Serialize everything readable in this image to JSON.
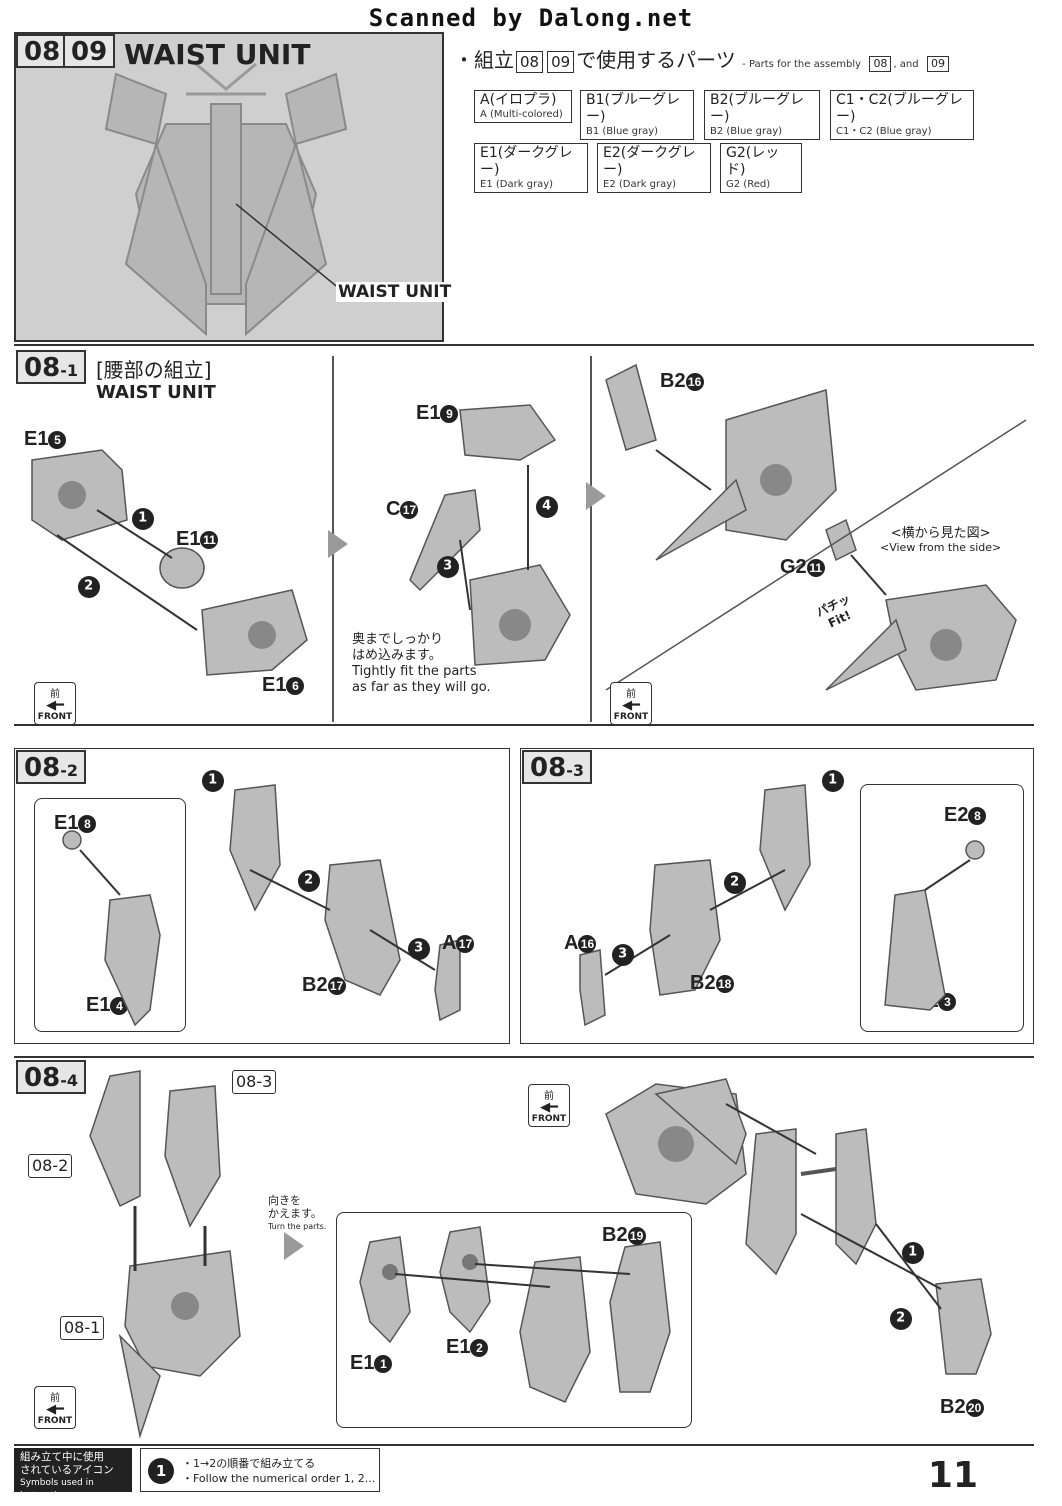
{
  "scan_credit": "Scanned by Dalong.net",
  "header": {
    "step_a": "08",
    "step_b": "09",
    "title": "WAIST UNIT",
    "hero_label": "WAIST UNIT",
    "parts_intro_jp_1": "・組立",
    "parts_intro_jp_2": "で使用するパーツ",
    "parts_intro_en": "- Parts for the assembly",
    "parts_intro_en_and": ", and",
    "parts": [
      {
        "jp": "A(イロプラ)",
        "en": "A (Multi-colored)"
      },
      {
        "jp": "B1(ブルーグレー)",
        "en": "B1 (Blue gray)"
      },
      {
        "jp": "B2(ブルーグレー)",
        "en": "B2 (Blue gray)"
      },
      {
        "jp": "C1・C2(ブルーグレー)",
        "en": "C1・C2 (Blue gray)"
      },
      {
        "jp": "E1(ダークグレー)",
        "en": "E1 (Dark gray)"
      },
      {
        "jp": "E2(ダークグレー)",
        "en": "E2 (Dark gray)"
      },
      {
        "jp": "G2(レッド)",
        "en": "G2 (Red)"
      }
    ]
  },
  "step_08_1": {
    "badge": "08",
    "badge_sub": "-1",
    "title_jp": "[腰部の組立]",
    "title_en": "WAIST UNIT",
    "labels": {
      "e1_5": "E1",
      "e1_5_n": "5",
      "e1_11": "E1",
      "e1_11_n": "11",
      "e1_6": "E1",
      "e1_6_n": "6",
      "e1_9": "E1",
      "e1_9_n": "9",
      "c_17": "C",
      "c_17_n": "17",
      "b2_16": "B2",
      "b2_16_n": "16",
      "g2_11": "G2",
      "g2_11_n": "11"
    },
    "note_jp_1": "奥までしっかり",
    "note_jp_2": "はめ込みます。",
    "note_en_1": "Tightly fit the parts",
    "note_en_2": "as far as they will go.",
    "side_view_jp": "<横から見た図>",
    "side_view_en": "<View from the side>",
    "fit_jp": "パチッ",
    "fit_en": "Fit!",
    "steps": [
      "1",
      "2",
      "3",
      "4"
    ]
  },
  "front_icon": {
    "jp": "前",
    "en": "FRONT"
  },
  "step_08_2": {
    "badge": "08",
    "badge_sub": "-2",
    "e1_8": "E1",
    "e1_8_n": "8",
    "e1_4": "E1",
    "e1_4_n": "4",
    "a_17": "A",
    "a_17_n": "17",
    "b2_17": "B2",
    "b2_17_n": "17"
  },
  "step_08_3": {
    "badge": "08",
    "badge_sub": "-3",
    "e2_8": "E2",
    "e2_8_n": "8",
    "e1_3": "E1",
    "e1_3_n": "3",
    "a_16": "A",
    "a_16_n": "16",
    "b2_18": "B2",
    "b2_18_n": "18"
  },
  "step_08_4": {
    "badge": "08",
    "badge_sub": "-4",
    "ref_08_2": "08-2",
    "ref_08_3": "08-3",
    "ref_08_1": "08-1",
    "turn_jp_1": "向きを",
    "turn_jp_2": "かえます。",
    "turn_en": "Turn the parts.",
    "b2_19": "B2",
    "b2_19_n": "19",
    "e1_1": "E1",
    "e1_1_n": "1",
    "e1_2": "E1",
    "e1_2_n": "2",
    "b2_20": "B2",
    "b2_20_n": "20"
  },
  "footer": {
    "legend_jp_1": "組み立て中に使用",
    "legend_jp_2": "されているアイコン",
    "legend_en": "Symbols used in instructions",
    "icon_num": "1",
    "line1": "・1→2の順番で組み立てる",
    "line2": "・Follow the numerical order 1, 2..."
  },
  "page_number": "11"
}
